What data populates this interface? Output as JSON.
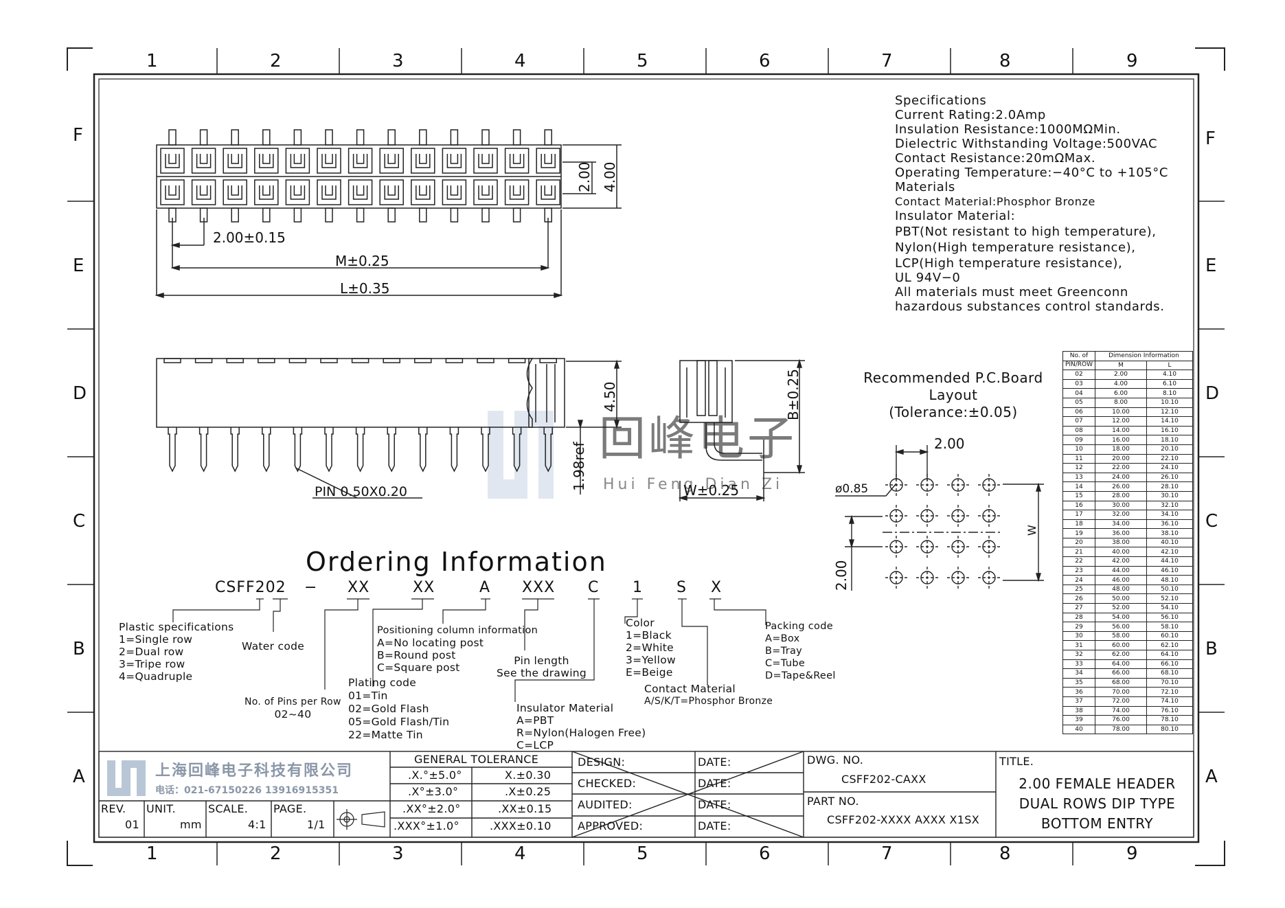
{
  "grid": {
    "columns": [
      "1",
      "2",
      "3",
      "4",
      "5",
      "6",
      "7",
      "8",
      "9"
    ],
    "rows": [
      "F",
      "E",
      "D",
      "C",
      "B",
      "A"
    ]
  },
  "specs": {
    "lines": [
      "Specifications",
      "Current  Rating:2.0Amp",
      "Insulation  Resistance:1000MΩMin.",
      "Dielectric  Withstanding  Voltage:500VAC",
      "Contact  Resistance:20mΩMax.",
      "Operating  Temperature:−40°C  to  +105°C",
      "Materials",
      "Contact  Material:Phosphor Bronze",
      "Insulator  Material:",
      "PBT(Not  resistant  to  high  temperature),",
      "Nylon(High  temperature  resistance),",
      "LCP(High  temperature  resistance),",
      "UL  94V−0",
      "All  materials  must  meet  Greenconn",
      "hazardous  substances  control  standards."
    ]
  },
  "top_view": {
    "dim_pitch": "2.00±0.15",
    "dim_m": "M±0.25",
    "dim_l": "L±0.35",
    "dim_200": "2.00",
    "dim_400": "4.00"
  },
  "side_view": {
    "dim_450": "4.50",
    "dim_198": "1.98ref",
    "pin": "PIN  0.50X0.20"
  },
  "end_view": {
    "dim_b": "B±0.25",
    "dim_w": "W±0.25"
  },
  "pcb": {
    "title_lines": [
      "Recommended  P.C.Board",
      "Layout",
      "(Tolerance:±0.05)"
    ],
    "dim_pitch": "2.00",
    "dim_hole": "ø0.85",
    "dim_row": "2.00",
    "dim_w": "W"
  },
  "watermark": {
    "cn": "回峰电子",
    "en": "Hui Feng Dian Zi"
  },
  "dim_table": {
    "header": {
      "col1": "No. of",
      "col1b": "PIN/ROW",
      "group": "Dimension  Information",
      "m": "M",
      "l": "L"
    },
    "rows": [
      [
        "02",
        "2.00",
        "4.10"
      ],
      [
        "03",
        "4.00",
        "6.10"
      ],
      [
        "04",
        "6.00",
        "8.10"
      ],
      [
        "05",
        "8.00",
        "10.10"
      ],
      [
        "06",
        "10.00",
        "12.10"
      ],
      [
        "07",
        "12.00",
        "14.10"
      ],
      [
        "08",
        "14.00",
        "16.10"
      ],
      [
        "09",
        "16.00",
        "18.10"
      ],
      [
        "10",
        "18.00",
        "20.10"
      ],
      [
        "11",
        "20.00",
        "22.10"
      ],
      [
        "12",
        "22.00",
        "24.10"
      ],
      [
        "13",
        "24.00",
        "26.10"
      ],
      [
        "14",
        "26.00",
        "28.10"
      ],
      [
        "15",
        "28.00",
        "30.10"
      ],
      [
        "16",
        "30.00",
        "32.10"
      ],
      [
        "17",
        "32.00",
        "34.10"
      ],
      [
        "18",
        "34.00",
        "36.10"
      ],
      [
        "19",
        "36.00",
        "38.10"
      ],
      [
        "20",
        "38.00",
        "40.10"
      ],
      [
        "21",
        "40.00",
        "42.10"
      ],
      [
        "22",
        "42.00",
        "44.10"
      ],
      [
        "23",
        "44.00",
        "46.10"
      ],
      [
        "24",
        "46.00",
        "48.10"
      ],
      [
        "25",
        "48.00",
        "50.10"
      ],
      [
        "26",
        "50.00",
        "52.10"
      ],
      [
        "27",
        "52.00",
        "54.10"
      ],
      [
        "28",
        "54.00",
        "56.10"
      ],
      [
        "29",
        "56.00",
        "58.10"
      ],
      [
        "30",
        "58.00",
        "60.10"
      ],
      [
        "31",
        "60.00",
        "62.10"
      ],
      [
        "32",
        "62.00",
        "64.10"
      ],
      [
        "33",
        "64.00",
        "66.10"
      ],
      [
        "34",
        "66.00",
        "68.10"
      ],
      [
        "35",
        "68.00",
        "70.10"
      ],
      [
        "36",
        "70.00",
        "72.10"
      ],
      [
        "37",
        "72.00",
        "74.10"
      ],
      [
        "38",
        "74.00",
        "76.10"
      ],
      [
        "39",
        "76.00",
        "78.10"
      ],
      [
        "40",
        "78.00",
        "80.10"
      ]
    ]
  },
  "ordering": {
    "title": "Ordering  Information",
    "code": [
      "CSFF202",
      "−",
      "XX",
      "XX",
      "A",
      "XXX",
      "C",
      "1",
      "S",
      "X"
    ],
    "plastic": [
      "Plastic  specifications",
      "1=Single  row",
      "2=Dual  row",
      "3=Tripe  row",
      "4=Quadruple"
    ],
    "water": "Water  code",
    "pins_per_row": [
      "No.  of  Pins  per  Row",
      "02~40"
    ],
    "positioning": [
      "Positioning  column  information",
      "A=No  locating  post",
      "B=Round  post",
      "C=Square  post"
    ],
    "plating": [
      "Plating  code",
      "01=Tin",
      "02=Gold  Flash",
      "05=Gold  Flash/Tin",
      "22=Matte  Tin"
    ],
    "pin_length": [
      "Pin  length",
      "See  the  drawing"
    ],
    "insulator": [
      "Insulator  Material",
      "A=PBT",
      "R=Nylon(Halogen  Free)",
      "C=LCP"
    ],
    "color": [
      "Color",
      "1=Black",
      "2=White",
      "3=Yellow",
      "E=Beige"
    ],
    "contact": [
      "Contact  Material",
      "A/S/K/T=Phosphor  Bronze"
    ],
    "packing": [
      "Packing  code",
      "A=Box",
      "B=Tray",
      "C=Tube",
      "D=Tape&Reel"
    ]
  },
  "title_block": {
    "company_cn": "上海回峰电子科技有限公司",
    "phone": "电话：021-67150226  13916915351",
    "rev_label": "REV.",
    "rev": "01",
    "unit_label": "UNIT.",
    "unit": "mm",
    "scale_label": "SCALE.",
    "scale": "4:1",
    "page_label": "PAGE.",
    "page": "1/1",
    "tolerance_title": "GENERAL  TOLERANCE",
    "tolerances": [
      [
        ".X.°±5.0°",
        "X.±0.30"
      ],
      [
        ".X°±3.0°",
        ".X±0.25"
      ],
      [
        ".XX°±2.0°",
        ".XX±0.15"
      ],
      [
        ".XXX°±1.0°",
        ".XXX±0.10"
      ]
    ],
    "signoff": [
      "DESIGN:",
      "CHECKED:",
      "AUDITED:",
      "APPROVED:"
    ],
    "date_label": "DATE:",
    "dwg_label": "DWG.  NO.",
    "dwg_no": "CSFF202-CAXX",
    "part_label": "PART  NO.",
    "part_no": "CSFF202-XXXX  AXXX  X1SX",
    "title_label": "TITLE.",
    "title_lines": [
      "2.00  FEMALE  HEADER",
      "DUAL  ROWS  DIP  TYPE",
      "BOTTOM  ENTRY"
    ]
  }
}
